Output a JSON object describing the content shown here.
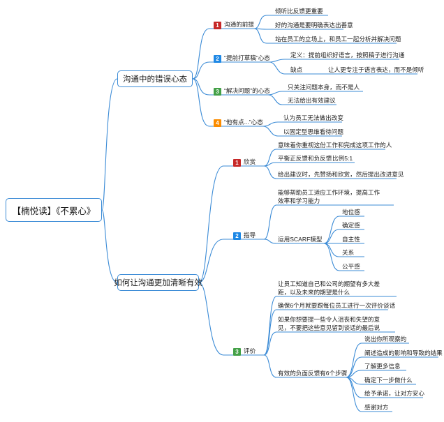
{
  "root": {
    "label": "【楠悦读】《不累心》"
  },
  "branches": [
    {
      "label": "沟通中的错误心态",
      "topics": [
        {
          "num": "1",
          "label": "沟通的前提",
          "items": [
            "倾听比反馈更重要",
            "好的沟通是要明确表达出善意",
            "站在员工的立场上，和员工一起分析并解决问题"
          ]
        },
        {
          "num": "2",
          "label": "“提前打草稿”心态",
          "items": [
            "定义：提前组织好语言，按照稿子进行沟通",
            "缺点"
          ],
          "sub": [
            "让人更专注于语言表达，而不是倾听"
          ]
        },
        {
          "num": "3",
          "label": "“解决问题”的心态",
          "items": [
            "只关注问题本身，而不是人",
            "无法给出有效建议"
          ]
        },
        {
          "num": "4",
          "label": "“他有点...”心态",
          "items": [
            "认为员工无法做出改变",
            "以固定型思维看待问题"
          ]
        }
      ]
    },
    {
      "label": "如何让沟通更加清晰有效",
      "topics": [
        {
          "num": "1",
          "label": "欣赏",
          "items": [
            "意味着你重视这份工作和完成这项工作的人",
            "平衡正反馈和负反馈",
            "给出建议时，先赞扬和欣赏，然后提出改进意见"
          ],
          "sub": [
            "比例5:1"
          ]
        },
        {
          "num": "2",
          "label": "指导",
          "items": [
            "能够帮助员工适应工作环境，提高工作",
            "效率和学习能力",
            "运用SCARF模型"
          ],
          "sub": [
            "地位感",
            "确定感",
            "自主性",
            "关系",
            "公平感"
          ]
        },
        {
          "num": "3",
          "label": "评价",
          "items": [
            "让员工知道自己和公司的期望有多大差",
            "距，以及未来的期望是什么",
            "确保6个月就要跟每位员工进行一次评价谈话",
            "如果你想要提一些令人沮丧和失望的意",
            "见，不要把这些意见留到谈话的最后说",
            "有效的负面反馈有6个步骤"
          ],
          "sub": [
            "说出你所观察的",
            "阐述造成的影响和导致的结果",
            "了解更多信息",
            "确定下一步做什么",
            "给予承诺，让对方安心",
            "感谢对方"
          ]
        }
      ]
    }
  ],
  "colors": {
    "line": "#3b8bd6",
    "badge1": "#c62828",
    "badge2": "#1e88e5",
    "badge3": "#43a047",
    "badge4": "#fb8c00"
  }
}
